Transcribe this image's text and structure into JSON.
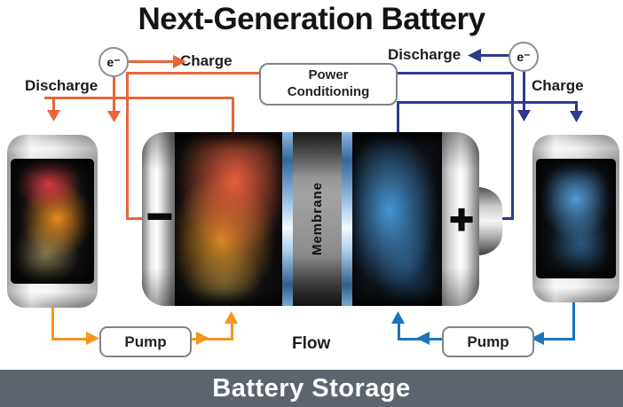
{
  "title": "Next-Generation Battery",
  "colors": {
    "discharge_left": "#E8653A",
    "flow_left": "#F5941F",
    "discharge_right": "#2E3A8C",
    "flow_right": "#1C75BC",
    "banner_bg": "#5C656E",
    "banner_text": "#FFFFFF"
  },
  "left_circuit": {
    "electron_symbol": "e⁻",
    "charge_label": "Charge",
    "discharge_label": "Discharge"
  },
  "right_circuit": {
    "electron_symbol": "e⁻",
    "charge_label": "Charge",
    "discharge_label": "Discharge"
  },
  "power_conditioning": {
    "label": "Power Conditioning"
  },
  "battery": {
    "negative_symbol": "−",
    "positive_symbol": "+",
    "membrane_label": "Membrane"
  },
  "left_pump": {
    "label": "Pump"
  },
  "right_pump": {
    "label": "Pump"
  },
  "flow_label": "Flow",
  "banner": {
    "label": "Battery Storage"
  }
}
